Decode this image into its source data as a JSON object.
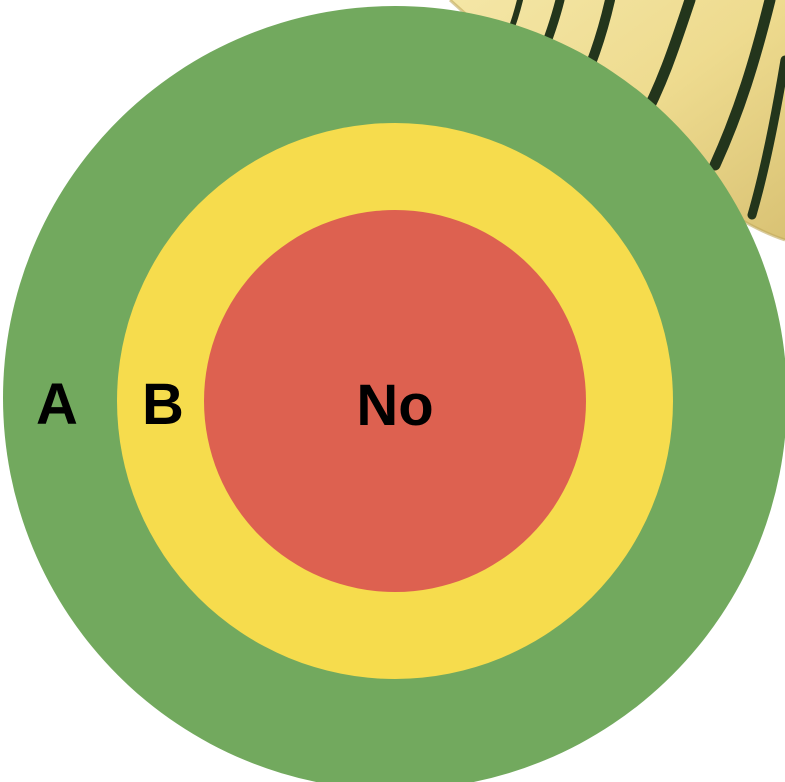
{
  "diagram": {
    "rings": [
      {
        "label": "A",
        "color": "#72a95e"
      },
      {
        "label": "B",
        "color": "#f6dc4d"
      },
      {
        "label": "No",
        "color": "#dd6150"
      }
    ]
  },
  "decoration": {
    "image": "delicata-squash",
    "colors": {
      "skin": "#eedb8f",
      "stripe": "#23351c"
    }
  }
}
